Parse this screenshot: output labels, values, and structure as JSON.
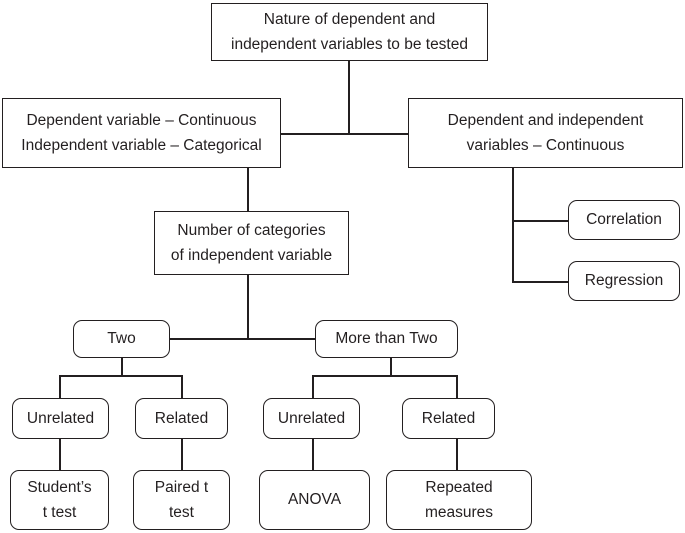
{
  "diagram": {
    "title": "Statistical test selection flowchart",
    "line_color": "#231f20",
    "background": "#ffffff",
    "nodes": {
      "root": {
        "line1": "Nature of dependent and",
        "line2": "independent variables to be tested"
      },
      "left_branch": {
        "line1": "Dependent variable – Continuous",
        "line2": "Independent variable – Categorical"
      },
      "right_branch": {
        "line1": "Dependent and independent",
        "line2": "variables – Continuous"
      },
      "correlation": {
        "line1": "Correlation"
      },
      "regression": {
        "line1": "Regression"
      },
      "categories": {
        "line1": "Number of categories",
        "line2": "of independent variable"
      },
      "two": {
        "line1": "Two"
      },
      "more_than_two": {
        "line1": "More than Two"
      },
      "two_unrelated": {
        "line1": "Unrelated"
      },
      "two_related": {
        "line1": "Related"
      },
      "mtt_unrelated": {
        "line1": "Unrelated"
      },
      "mtt_related": {
        "line1": "Related"
      },
      "students_t_test": {
        "line1": "Student’s",
        "line2": "t test"
      },
      "paired_t_test": {
        "line1": "Paired t",
        "line2": "test"
      },
      "anova": {
        "line1": "ANOVA"
      },
      "repeated_measures": {
        "line1": "Repeated",
        "line2": "measures"
      }
    }
  }
}
